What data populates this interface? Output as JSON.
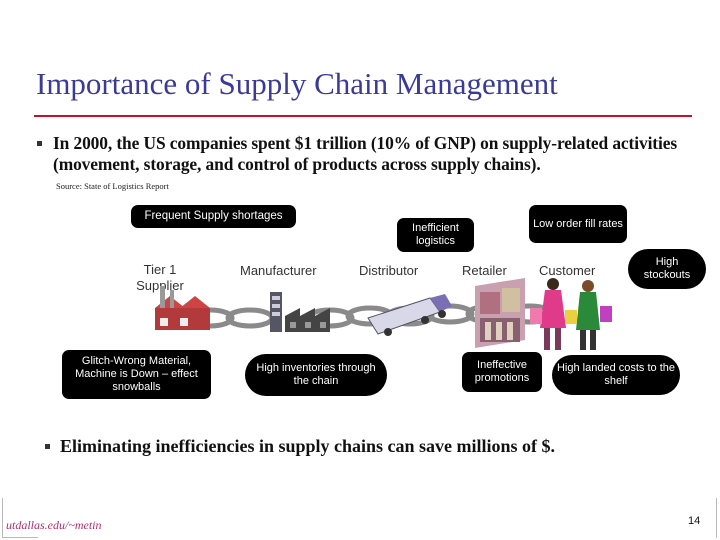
{
  "slide": {
    "title": "Importance of Supply Chain Management",
    "bullet1": "In 2000, the US companies spent $1 trillion (10% of GNP)  on supply-related activities (movement, storage, and control of products across supply chains).",
    "source": "Source: State of Logistics Report",
    "bullet2": "Eliminating inefficiencies in supply chains can save millions of $.",
    "footer_url": "utdallas.edu/~metin",
    "page_number": "14"
  },
  "diagram": {
    "stages": [
      "Tier 1 Supplier",
      "Manufacturer",
      "Distributor",
      "Retailer",
      "Customer"
    ],
    "top_callouts": [
      "Frequent Supply shortages",
      "Inefficient logistics",
      "Low order fill rates",
      "High stockouts"
    ],
    "bottom_callouts": [
      "Glitch-Wrong Material, Machine is Down – effect snowballs",
      "High inventories through the chain",
      "Ineffective promotions",
      "High landed costs to the shelf"
    ]
  },
  "colors": {
    "title": "#3a3a99",
    "title_rule": "#c8102e",
    "callout_bg": "#000000",
    "callout_text": "#ffffff",
    "footer_url": "#b0306e"
  }
}
